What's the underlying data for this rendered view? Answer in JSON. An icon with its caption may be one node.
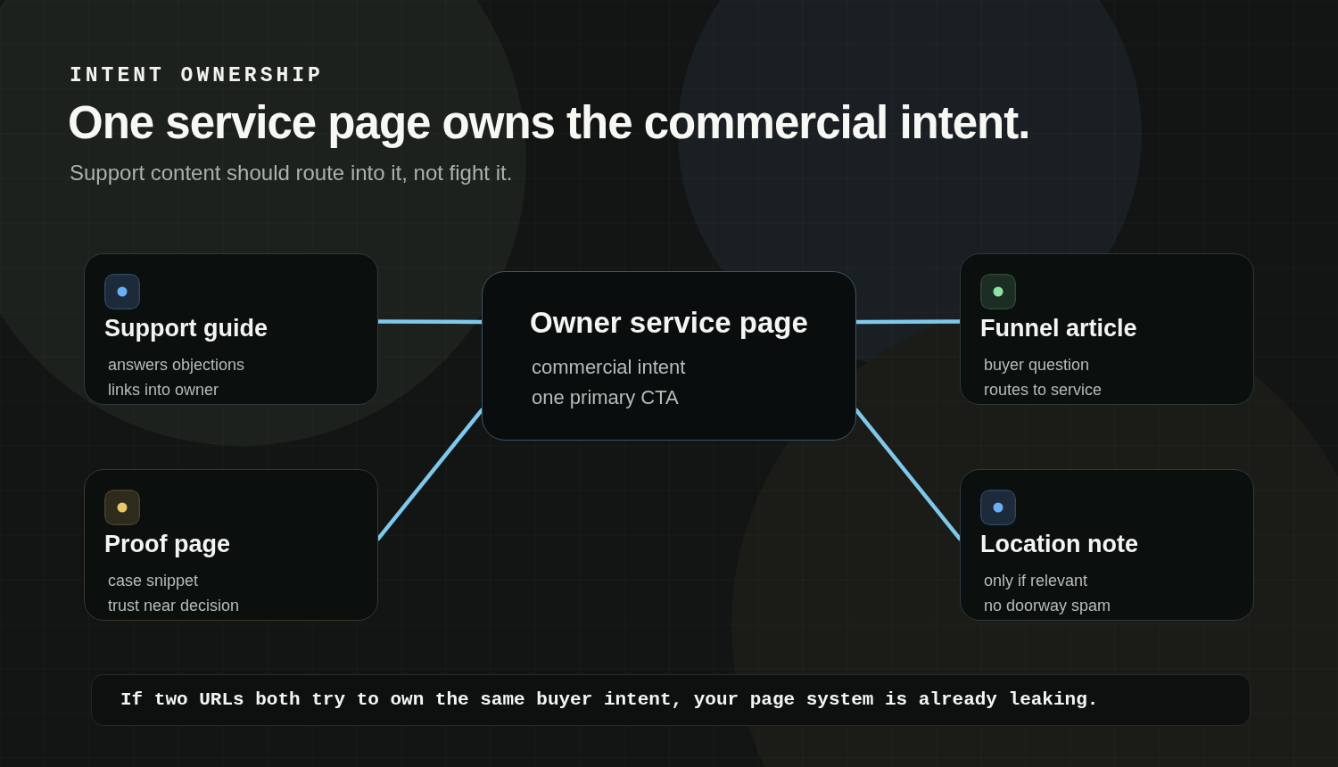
{
  "diagram": {
    "title": "One service page owns the commercial intent.",
    "nodes": [
      {
        "text": [
          "Support guide",
          "answers objections",
          "links into owner"
        ]
      },
      {
        "text": [
          "Owner service page",
          "commercial intent",
          "one primary CTA"
        ]
      },
      {
        "text": [
          "Funnel article",
          "buyer question",
          "routes to service"
        ]
      },
      {
        "text": [
          "Proof page",
          "case snippet",
          "trust near decision"
        ]
      },
      {
        "text": [
          "Location note",
          "only if relevant",
          "no doorway spam"
        ]
      },
      {
        "text": [
          "If two URLs both try to own the same buyer intent, your page system is already leaking."
        ]
      }
    ],
    "edges": [
      {
        "from": 0,
        "to": 1,
        "arrow": "none"
      },
      {
        "from": 3,
        "to": 1,
        "arrow": "none"
      },
      {
        "from": 1,
        "to": 2,
        "arrow": "none"
      },
      {
        "from": 1,
        "to": 4,
        "arrow": "none"
      }
    ],
    "labels": [
      "INTENT OWNERSHIP",
      "Support content should route into it, not fight it."
    ]
  }
}
